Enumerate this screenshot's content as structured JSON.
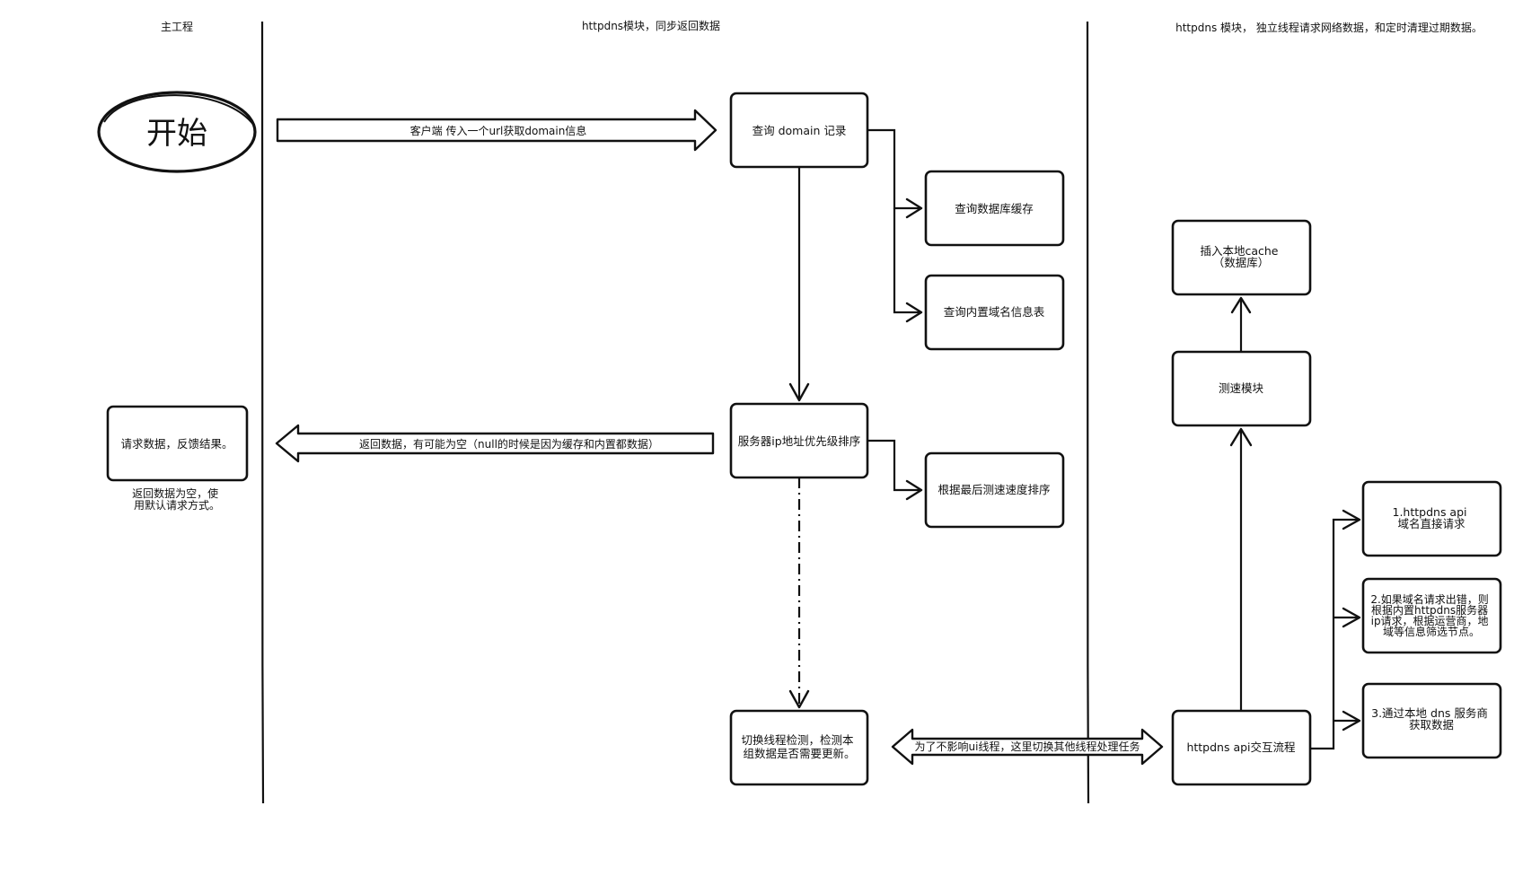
{
  "lanes": {
    "main": "主工程",
    "sync": "httpdns模块，同步返回数据",
    "async": "httpdns 模块， 独立线程请求网络数据，和定时清理过期数据。"
  },
  "nodes": {
    "start": "开始",
    "request_result": "请求数据，反馈结果。",
    "fallback_note": [
      "返回数据为空，使",
      "用默认请求方式。"
    ],
    "query_domain": "查询 domain 记录",
    "query_db_cache": "查询数据库缓存",
    "query_builtin": "查询内置域名信息表",
    "ip_priority": "服务器ip地址优先级排序",
    "speed_sort": "根据最后测速速度排序",
    "switch_thread": [
      "切换线程检测，检测本",
      "组数据是否需要更新。"
    ],
    "insert_cache": [
      "插入本地cache",
      "（数据库）"
    ],
    "speed_module": "测速模块",
    "api_flow": "httpdns api交互流程",
    "api_step1": [
      "1.httpdns api",
      "域名直接请求"
    ],
    "api_step2": [
      "2.如果域名请求出错，则",
      "根据内置httpdns服务器",
      "ip请求，根据运营商，地",
      "域等信息筛选节点。"
    ],
    "api_step3": [
      "3.通过本地 dns 服务商",
      "获取数据"
    ]
  },
  "arrows": {
    "client_request": "客户端 传入一个url获取domain信息",
    "return_data": "返回数据，有可能为空（null的时候是因为缓存和内置都数据）",
    "thread_switch": "为了不影响ui线程，这里切换其他线程处理任务"
  }
}
